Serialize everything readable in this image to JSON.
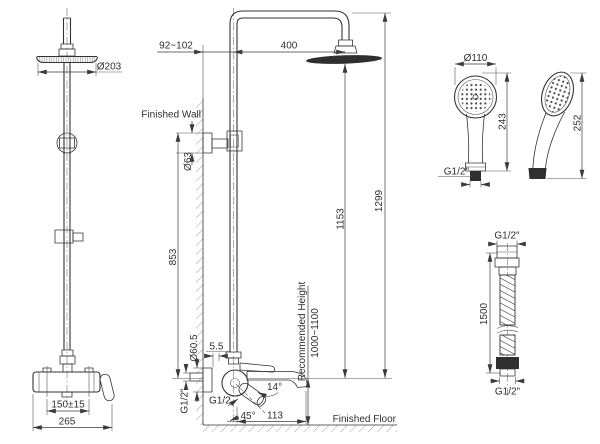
{
  "colors": {
    "line": "#333333",
    "dim": "#3a3a3a",
    "dark_fill": "#2f2f2f",
    "background": "#ffffff"
  },
  "labels": {
    "front": {
      "head_dia": "Ø203",
      "spacing": "150±15",
      "width": "265"
    },
    "side": {
      "offset": "92~102",
      "reach": "400",
      "wall": "Finished Wall",
      "flange": "Ø63",
      "bracket_h": "853",
      "head_h": "1153",
      "total_h": "1299",
      "esc": "Ø60.5",
      "gap": "5.5",
      "supply": "G1/2\"",
      "outlet": "G1/2",
      "holder_angle": "45°",
      "spout_reach": "113",
      "spout_angle": "14°",
      "rec": "Recommended Height",
      "rec_range": "1000~1100",
      "floor": "Finished Floor"
    },
    "hand_front": {
      "dia": "Ø110",
      "len": "243",
      "thread": "G1/2\""
    },
    "hand_side": {
      "len": "252"
    },
    "hose": {
      "thread_top": "G1/2\"",
      "len": "1500",
      "thread_bottom": "G1/2\""
    }
  }
}
